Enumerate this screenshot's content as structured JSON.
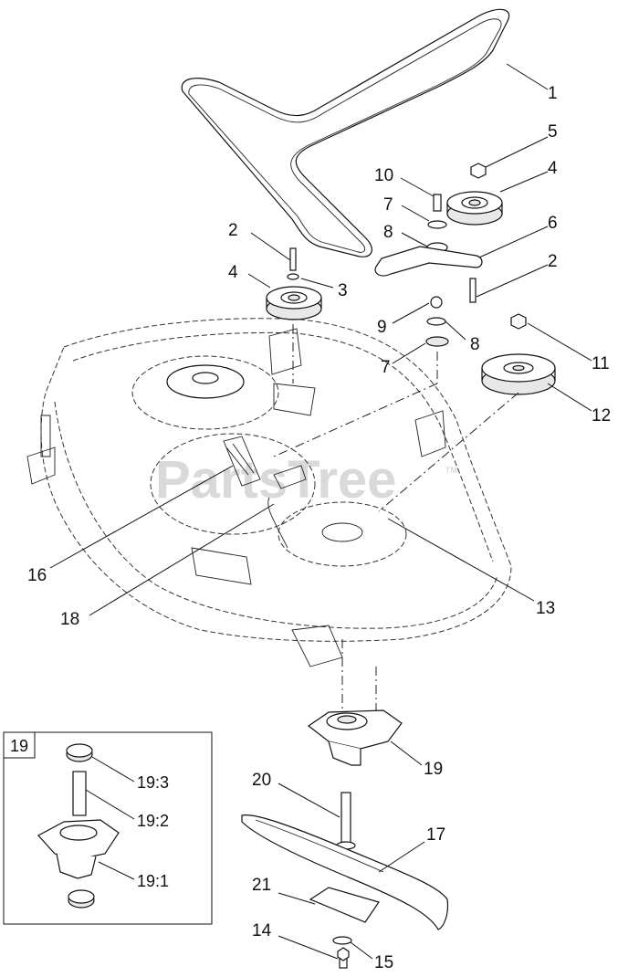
{
  "watermark": "PartsTree",
  "watermark_tm": "TM",
  "callouts": [
    "1",
    "2",
    "3",
    "4",
    "5",
    "4",
    "6",
    "2",
    "7",
    "8",
    "9",
    "8",
    "7",
    "10",
    "11",
    "12",
    "13",
    "16",
    "18",
    "19",
    "20",
    "17",
    "21",
    "14",
    "15"
  ],
  "inset": {
    "ref_number": "19",
    "callouts": [
      "19:3",
      "19:2",
      "19:1"
    ]
  }
}
